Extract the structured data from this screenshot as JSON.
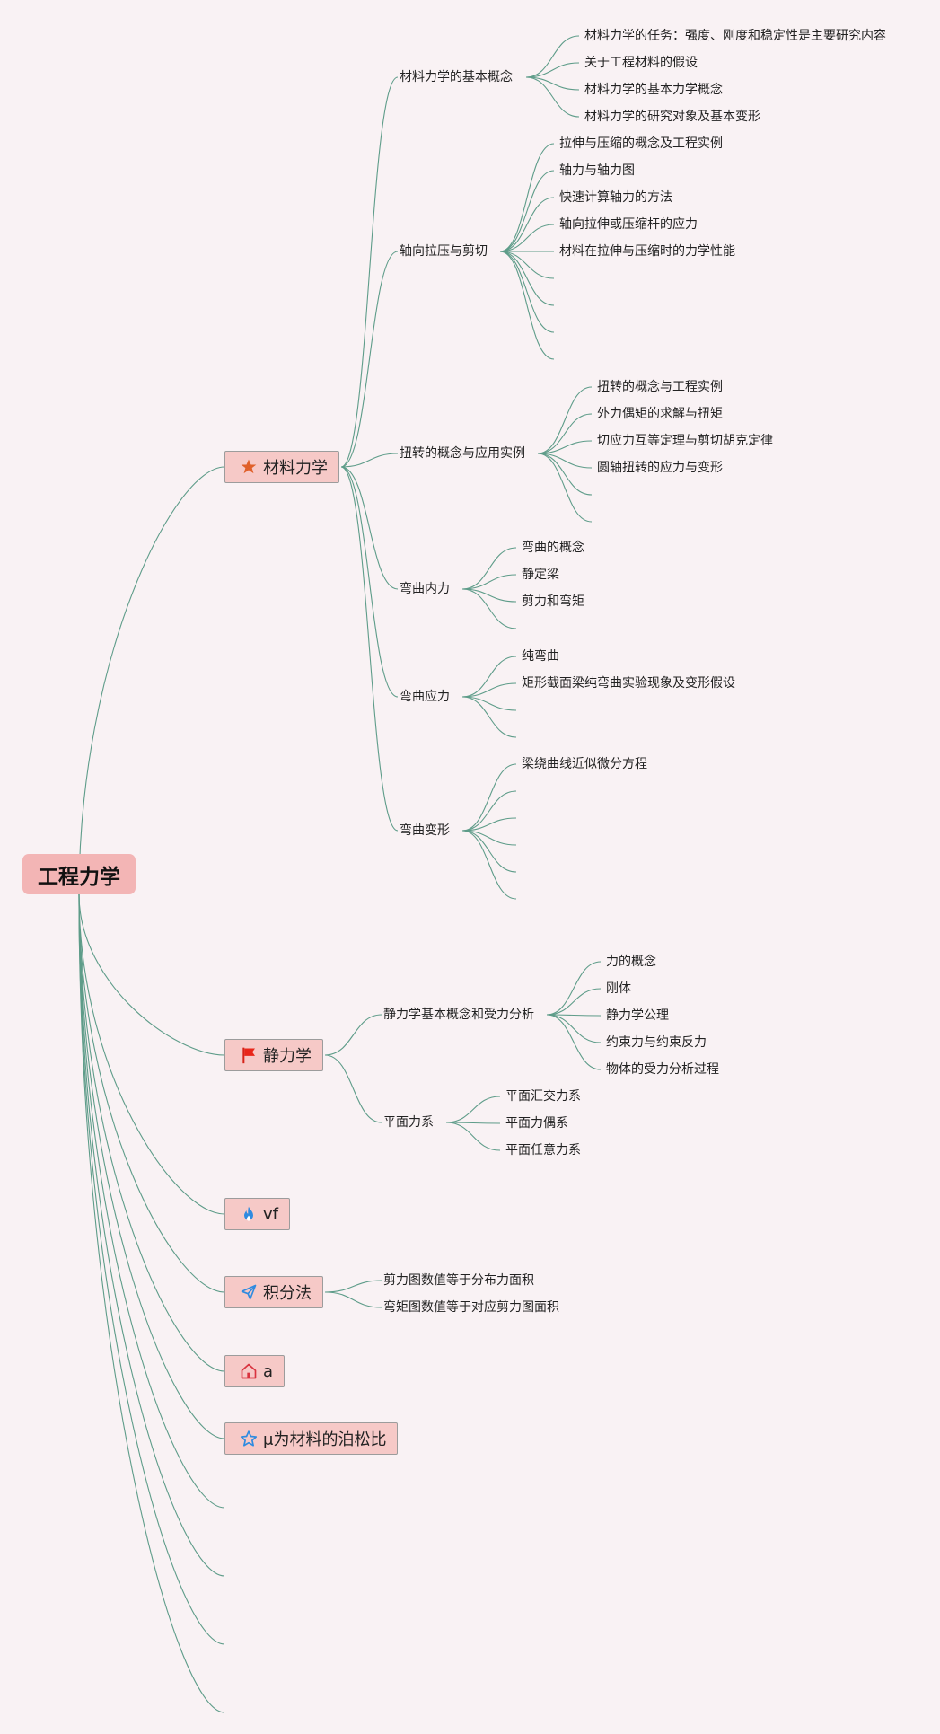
{
  "root": {
    "label": "工程力学"
  },
  "branches": [
    {
      "label": "材料力学",
      "icon": "star-icon",
      "subs": [
        {
          "label": "材料力学的基本概念",
          "leaves": [
            "材料力学的任务：强度、刚度和稳定性是主要研究内容",
            "关于工程材料的假设",
            "材料力学的基本力学概念",
            "材料力学的研究对象及基本变形"
          ]
        },
        {
          "label": "轴向拉压与剪切",
          "leaves": [
            "拉伸与压缩的概念及工程实例",
            "轴力与轴力图",
            "快速计算轴力的方法",
            "轴向拉伸或压缩杆的应力",
            "材料在拉伸与压缩时的力学性能",
            "",
            "",
            "",
            ""
          ]
        },
        {
          "label": "扭转的概念与应用实例",
          "leaves": [
            "扭转的概念与工程实例",
            "外力偶矩的求解与扭矩",
            "切应力互等定理与剪切胡克定律",
            "圆轴扭转的应力与变形",
            "",
            ""
          ]
        },
        {
          "label": "弯曲内力",
          "leaves": [
            "弯曲的概念",
            "静定梁",
            "剪力和弯矩",
            ""
          ]
        },
        {
          "label": "弯曲应力",
          "leaves": [
            "纯弯曲",
            "矩形截面梁纯弯曲实验现象及变形假设",
            "",
            ""
          ]
        },
        {
          "label": "弯曲变形",
          "leaves": [
            "梁绕曲线近似微分方程",
            "",
            "",
            "",
            "",
            ""
          ]
        }
      ]
    },
    {
      "label": "静力学",
      "icon": "flag-icon",
      "subs": [
        {
          "label": "静力学基本概念和受力分析",
          "leaves": [
            "力的概念",
            "刚体",
            "静力学公理",
            "约束力与约束反力",
            "物体的受力分析过程"
          ]
        },
        {
          "label": "平面力系",
          "leaves": [
            "平面汇交力系",
            "平面力偶系",
            "平面任意力系"
          ]
        }
      ]
    },
    {
      "label": "vf",
      "icon": "flame-icon",
      "subs": []
    },
    {
      "label": "积分法",
      "icon": "paper-plane-icon",
      "subs": [
        {
          "label": "剪力图数值等于分布力面积",
          "leaves": []
        },
        {
          "label": "弯矩图数值等于对应剪力图面积",
          "leaves": []
        }
      ]
    },
    {
      "label": "a",
      "icon": "home-icon",
      "subs": []
    },
    {
      "label": "μ为材料的泊松比",
      "icon": "star-outline-icon",
      "subs": []
    },
    {
      "label": "",
      "icon": "",
      "subs": []
    },
    {
      "label": "",
      "icon": "",
      "subs": []
    },
    {
      "label": "",
      "icon": "",
      "subs": []
    },
    {
      "label": "",
      "icon": "",
      "subs": []
    }
  ],
  "colors": {
    "link": "#5e9c89",
    "root_fill": "#f3b5b5",
    "branch_fill": "#f6c9c7",
    "background": "#f9f2f4"
  }
}
